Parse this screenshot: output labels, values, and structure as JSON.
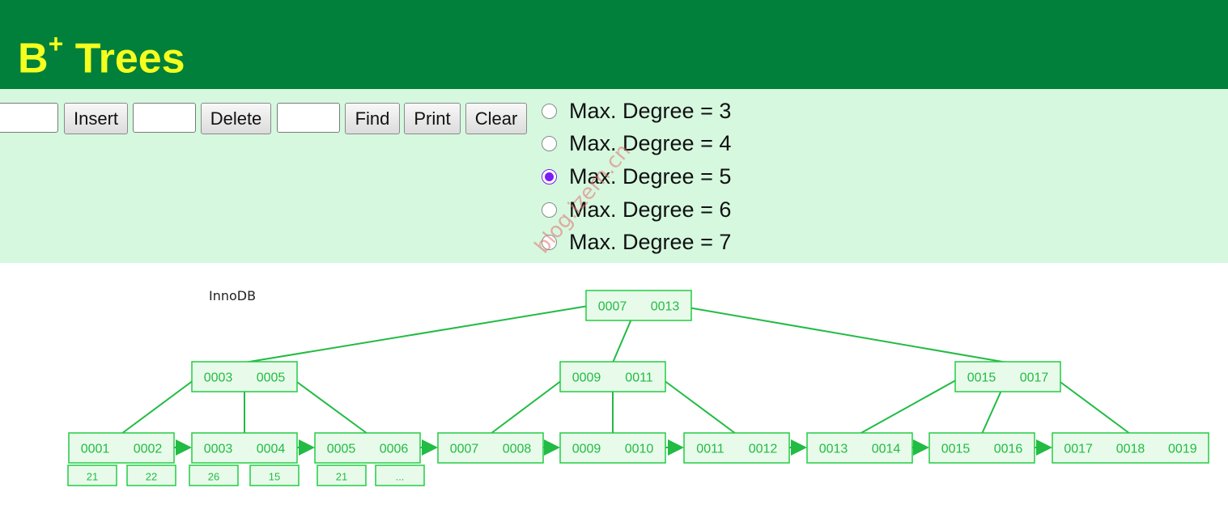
{
  "header": {
    "title_main": "B",
    "title_sup": "+",
    "title_rest": " Trees"
  },
  "toolbar": {
    "insert_value": "",
    "insert_label": "Insert",
    "delete_value": "",
    "delete_label": "Delete",
    "find_value": "",
    "find_label": "Find",
    "print_label": "Print",
    "clear_label": "Clear"
  },
  "degree_options": [
    {
      "label": "Max. Degree = 3",
      "checked": false
    },
    {
      "label": "Max. Degree = 4",
      "checked": false
    },
    {
      "label": "Max. Degree = 5",
      "checked": true
    },
    {
      "label": "Max. Degree = 6",
      "checked": false
    },
    {
      "label": "Max. Degree = 7",
      "checked": false
    }
  ],
  "tree": {
    "annotation": "InnoDB",
    "watermark": "blog.izern.cn",
    "root": [
      "0007",
      "0013"
    ],
    "internal": [
      [
        "0003",
        "0005"
      ],
      [
        "0009",
        "0011"
      ],
      [
        "0015",
        "0017"
      ]
    ],
    "leaves": [
      [
        "0001",
        "0002"
      ],
      [
        "0003",
        "0004"
      ],
      [
        "0005",
        "0006"
      ],
      [
        "0007",
        "0008"
      ],
      [
        "0009",
        "0010"
      ],
      [
        "0011",
        "0012"
      ],
      [
        "0013",
        "0014"
      ],
      [
        "0015",
        "0016"
      ],
      [
        "0017",
        "0018",
        "0019"
      ]
    ],
    "leaf_values": [
      "21",
      "22",
      "26",
      "15",
      "21",
      "..."
    ]
  },
  "colors": {
    "header_bg": "#00803a",
    "title": "#f5ff1f",
    "toolbar_bg": "#d5f8df",
    "node_stroke": "#22cc44",
    "node_fill": "#e8fbea",
    "node_text": "#22bb44",
    "edge": "#22bb44",
    "radio_checked": "#7a1cf5"
  }
}
